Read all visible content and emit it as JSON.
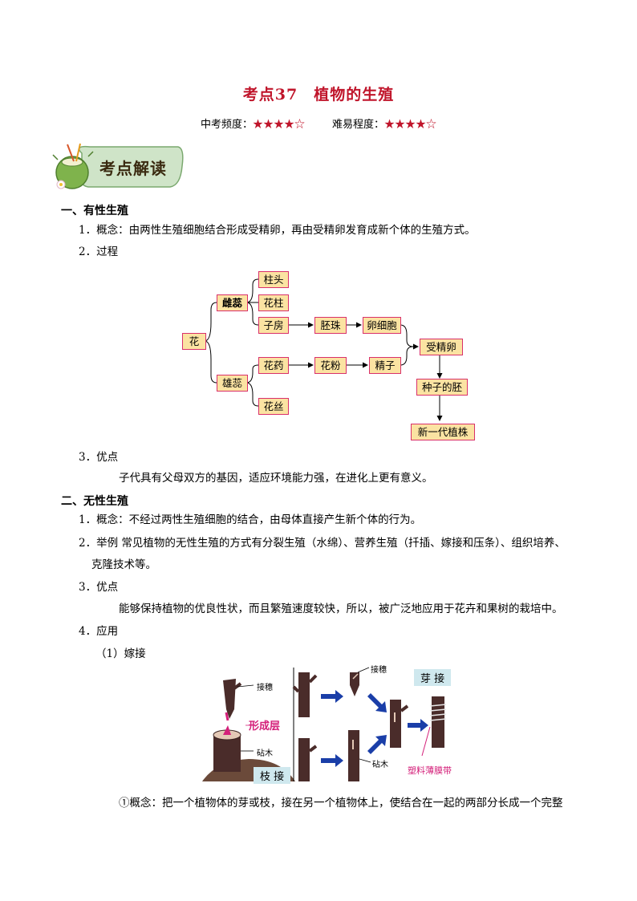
{
  "header": {
    "title": "考点37　植物的生殖",
    "freq_label": "中考频度：",
    "freq_stars": "★★★★☆",
    "difficulty_label": "难易程度：",
    "difficulty_stars": "★★★★☆"
  },
  "banner": {
    "text": "考点解读"
  },
  "section1": {
    "heading": "一、有性生殖",
    "item1": "1．概念：由两性生殖细胞结合形成受精卵，再由受精卵发育成新个体的生殖方式。",
    "item2": "2．过程",
    "item3": "3．优点",
    "item3_text": "子代具有父母双方的基因，适应环境能力强，在进化上更有意义。"
  },
  "flow": {
    "hua": "花",
    "cixin": "雌蕊",
    "xiongxin": "雄蕊",
    "zhutou": "柱头",
    "huazhu": "花柱",
    "zifang": "子房",
    "huayao": "花药",
    "huasi": "花丝",
    "peizhu": "胚珠",
    "luanxibao": "卵细胞",
    "huafen": "花粉",
    "jingzi": "精子",
    "shoujingluan": "受精卵",
    "zhongzipei": "种子的胚",
    "xinyidai": "新一代植株"
  },
  "section2": {
    "heading": "二、无性生殖",
    "item1": "1．概念：不经过两性生殖细胞的结合，由母体直接产生新个体的行为。",
    "item2a": "2．举例  常见植物的无性生殖的方式有分裂生殖（水绵）、营养生殖（扦插、嫁接和压条）、组织培养、",
    "item2b": "克隆技术等。",
    "item3": "3．优点",
    "item3_text": "能够保持植物的优良性状，而且繁殖速度较快，所以，被广泛地应用于花卉和果树的栽培中。",
    "item4": "4．应用",
    "sub1": "（1）嫁接",
    "concept": "①概念：把一个植物体的芽或枝，接在另一个植物体上，使结合在一起的两部分长成一个完整"
  },
  "graft": {
    "jiesui_left": "接穗",
    "xingchengceng": "形成层",
    "zhenmu_left": "砧木",
    "zhijie": "枝 接",
    "jiesui_mid": "接穗",
    "yajie": "芽 接",
    "zhenmu_mid": "砧木",
    "suliao": "塑料薄膜带"
  },
  "colors": {
    "title_red": "#c0152b",
    "box_fill": "#fbe3a2",
    "box_border": "#d9306a",
    "arrow_blue": "#1a3ea8"
  }
}
